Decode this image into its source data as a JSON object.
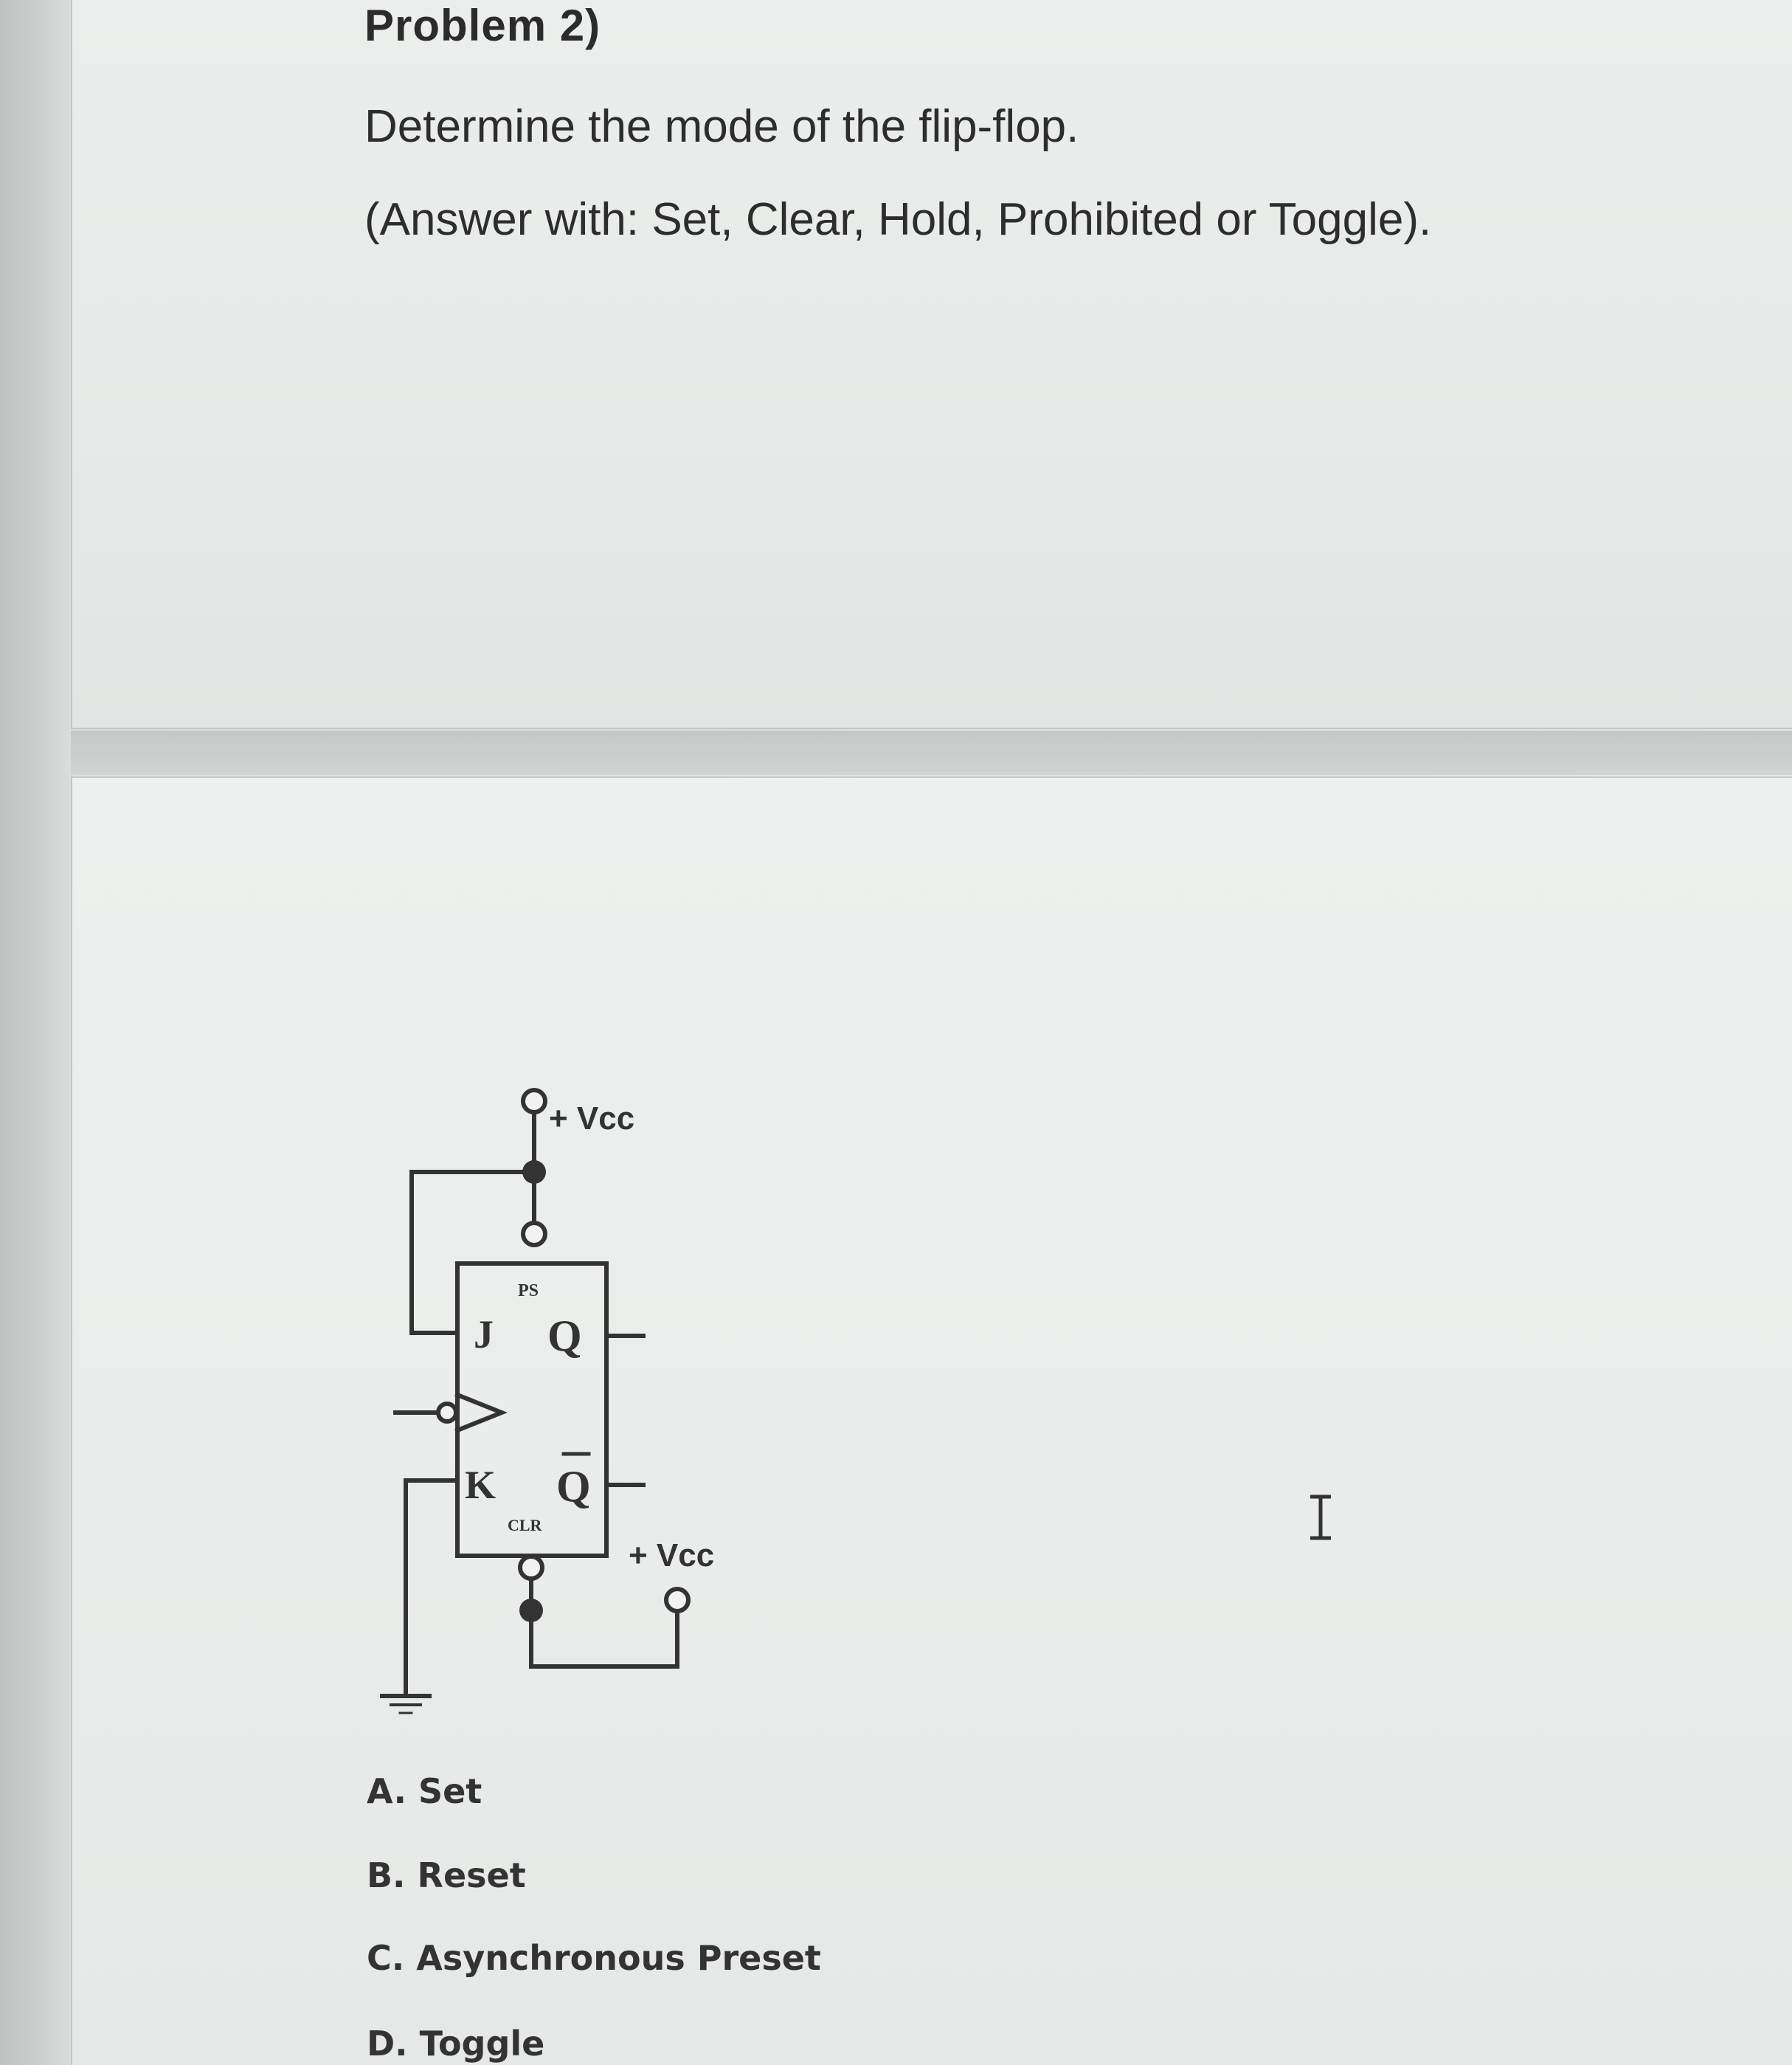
{
  "problem": {
    "title": "Problem 2)",
    "question": "Determine the mode of the flip-flop.",
    "instruction": "(Answer with: Set, Clear, Hold, Prohibited or Toggle)."
  },
  "circuit": {
    "vcc_top": "+ Vcc",
    "vcc_bottom": "+ Vcc",
    "ps": "PS",
    "clr": "CLR",
    "j": "J",
    "k": "K",
    "q": "Q",
    "q_bar": "Q"
  },
  "options": [
    {
      "label": "A. Set"
    },
    {
      "label": "B. Reset"
    },
    {
      "label": "C. Asynchronous Preset"
    },
    {
      "label": "D. Toggle"
    }
  ],
  "cursor_icon": "text-cursor-icon"
}
